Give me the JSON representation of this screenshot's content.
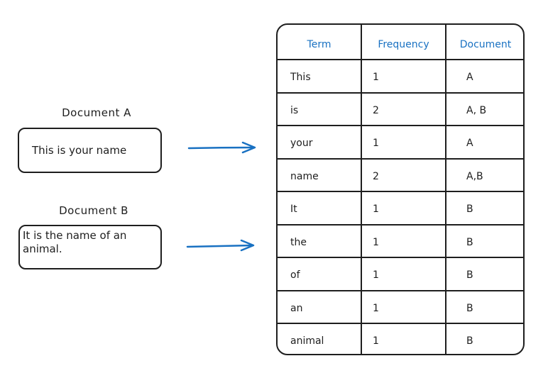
{
  "documents": [
    {
      "title": "Document A",
      "text": "This is your name"
    },
    {
      "title": "Document B",
      "text": "It is the name of an animal."
    }
  ],
  "colors": {
    "accent": "#1971c2",
    "stroke": "#1e1e1e"
  },
  "table": {
    "headers": [
      "Term",
      "Frequency",
      "Document"
    ],
    "rows": [
      [
        "This",
        "1",
        "A"
      ],
      [
        "is",
        "2",
        "A, B"
      ],
      [
        "your",
        "1",
        "A"
      ],
      [
        "name",
        "2",
        "A,B"
      ],
      [
        "It",
        "1",
        "B"
      ],
      [
        "the",
        "1",
        "B"
      ],
      [
        "of",
        "1",
        "B"
      ],
      [
        "an",
        "1",
        "B"
      ],
      [
        "animal",
        "1",
        "B"
      ]
    ]
  }
}
